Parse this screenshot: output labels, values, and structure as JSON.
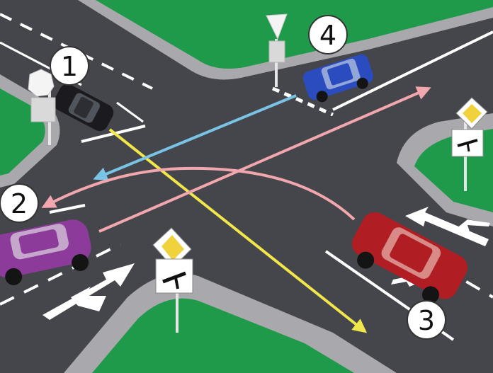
{
  "colors": {
    "grass": "#1f9a4a",
    "sidewalk": "#a9a9ad",
    "road": "#45464b",
    "marking": "#ffffff",
    "path_black_car": "#f1e64a",
    "path_blue_car": "#79c3e6",
    "path_other_cars": "#f2a6ad",
    "car_black": "#1b1b1f",
    "car_purple": "#8c3b9a",
    "car_red": "#b01d22",
    "car_blue": "#2b4cbf",
    "priority_sign": "#f0d23c"
  },
  "vehicles": [
    {
      "label": "1",
      "color": "black",
      "icon": "car-icon"
    },
    {
      "label": "2",
      "color": "purple",
      "icon": "car-icon"
    },
    {
      "label": "3",
      "color": "red",
      "icon": "car-icon"
    },
    {
      "label": "4",
      "color": "blue",
      "icon": "car-icon"
    }
  ],
  "signs": [
    {
      "name": "stop-sign",
      "icon": "octagon-sign-icon"
    },
    {
      "name": "yield-sign",
      "icon": "inverted-triangle-sign-icon"
    },
    {
      "name": "priority-road-sign",
      "icon": "yellow-diamond-sign-icon"
    },
    {
      "name": "priority-road-direction-plate",
      "icon": "road-direction-plate-icon"
    }
  ]
}
